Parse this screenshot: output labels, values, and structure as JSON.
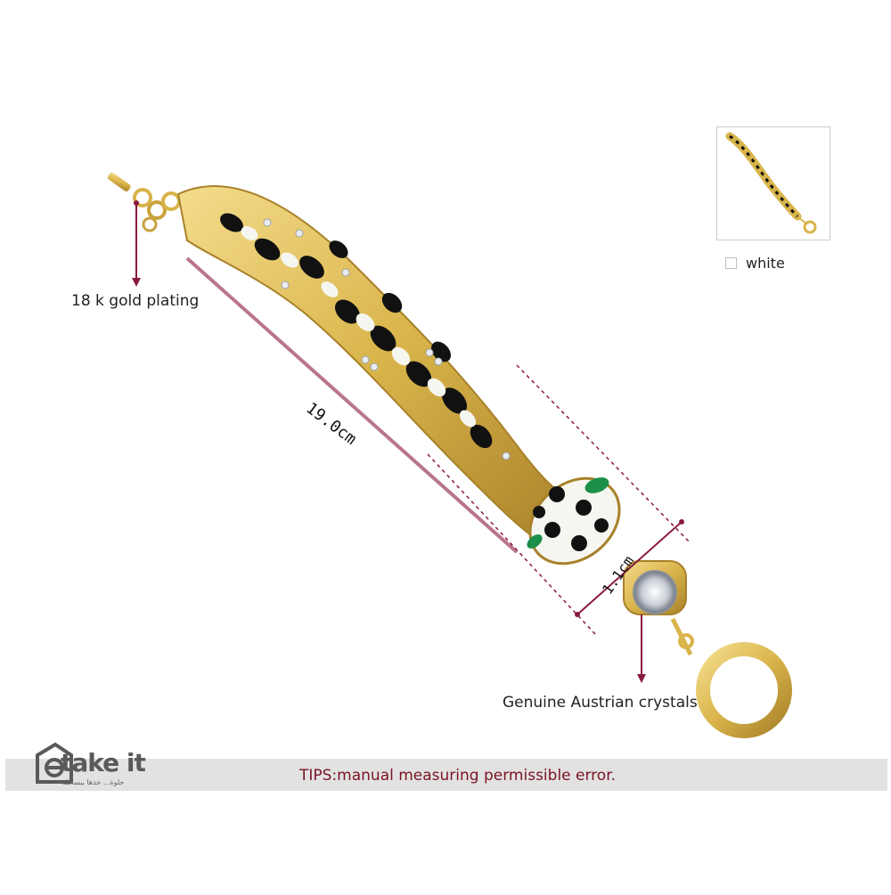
{
  "annotations": {
    "gold_plating": "18 k gold plating",
    "crystals": "Genuine Austrian crystals",
    "length": "19.0cm",
    "width": "1.1cm"
  },
  "color_option": {
    "label": "white"
  },
  "tips": "TIPS:manual measuring permissible error.",
  "brand": {
    "name": "take it",
    "tagline": "حلوة... خدها ببساطة"
  },
  "colors": {
    "gold": "#d9b44a",
    "enamel_black": "#111111",
    "enamel_white": "#f6f6f0",
    "measure_line": "#8a1a3c",
    "tips_text": "#7a1426"
  },
  "icons": [
    "chain-icon",
    "toggle-clasp-icon",
    "crystal-icon",
    "cart-tag-icon"
  ]
}
